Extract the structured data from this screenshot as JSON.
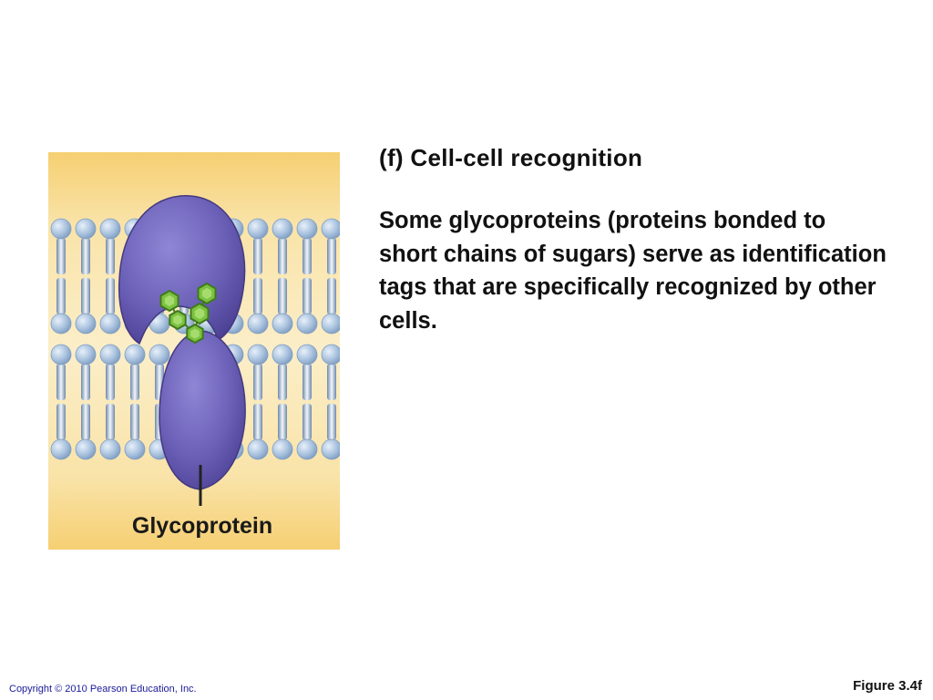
{
  "heading": "(f) Cell-cell recognition",
  "description": "Some glycoproteins (proteins bonded to short chains of sugars) serve as identification tags that are specifically recognized by other cells.",
  "figure": {
    "label": "Glycoprotein",
    "colors": {
      "background": "#f7d889",
      "lipid_head": "#9fb9d8",
      "protein": "#6a5fb6",
      "sugar": "#7cc241"
    }
  },
  "footer": {
    "copyright": "Copyright © 2010 Pearson Education, Inc.",
    "figure_number": "Figure 3.4f"
  }
}
